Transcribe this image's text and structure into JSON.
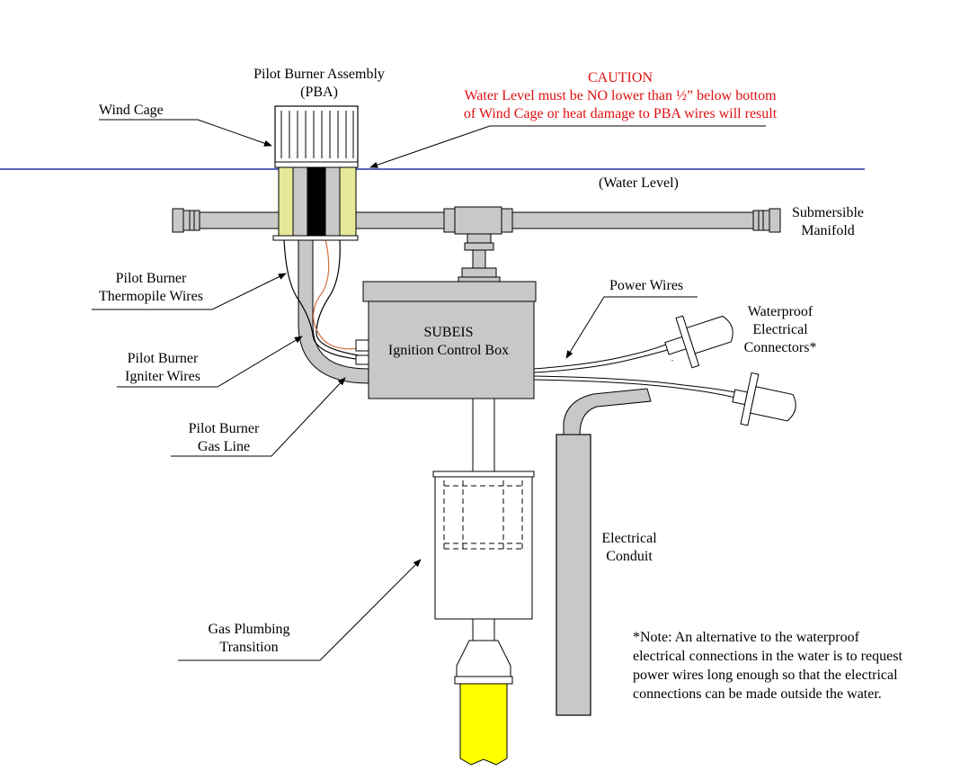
{
  "labels": {
    "pba_title_1": "Pilot Burner Assembly",
    "pba_title_2": "(PBA)",
    "caution_title": "CAUTION",
    "caution_line1": "Water Level must be NO lower than ½” below bottom",
    "caution_line2": "of Wind Cage or heat damage to PBA wires will result",
    "wind_cage": "Wind Cage",
    "water_level": "(Water Level)",
    "submersible_1": "Submersible",
    "submersible_2": "Manifold",
    "thermopile_1": "Pilot Burner",
    "thermopile_2": "Thermopile Wires",
    "power_wires": "Power Wires",
    "waterproof_1": "Waterproof",
    "waterproof_2": "Electrical",
    "waterproof_3": "Connectors*",
    "subeis_1": "SUBEIS",
    "subeis_2": "Ignition Control Box",
    "igniter_1": "Pilot Burner",
    "igniter_2": "Igniter Wires",
    "gasline_1": "Pilot Burner",
    "gasline_2": "Gas Line",
    "conduit_1": "Electrical",
    "conduit_2": "Conduit",
    "gas_plumbing_1": "Gas Plumbing",
    "gas_plumbing_2": "Transition",
    "note": "*Note: An alternative to the waterproof electrical connections in the water is to request power wires long enough so that the electrical connections can be made outside the water."
  },
  "colors": {
    "water_line": "#2233aa",
    "caution_text": "#e01010",
    "body_fill": "#c8c8c8",
    "yellow_fill": "#ffff00",
    "cage_yellow": "#e8e89a"
  }
}
